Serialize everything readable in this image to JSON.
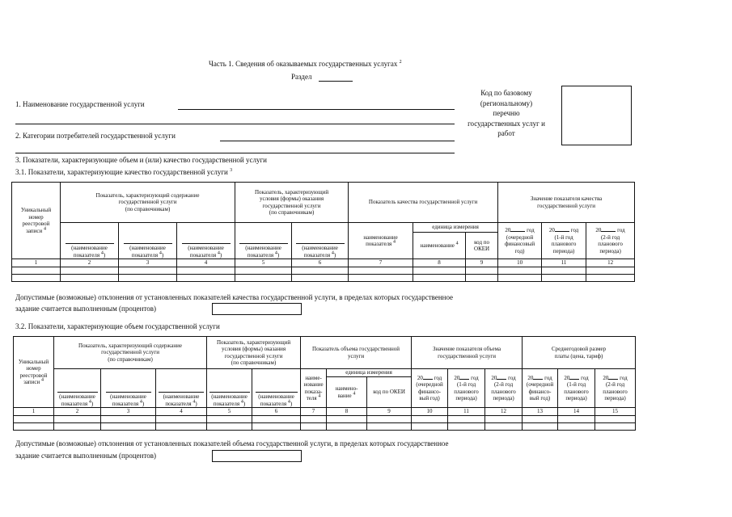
{
  "header": {
    "part_title": "Часть 1. Сведения об оказываемых государственных услугах",
    "part_sup": "2",
    "section_label": "Раздел"
  },
  "fields": {
    "service_name_label": "1. Наименование государственной услуги",
    "consumers_label": "2. Категории потребителей государственной услуги",
    "code_label_lines": [
      "Код по базовому",
      "(региональному)",
      "перечню",
      "государственных услуг и",
      "работ"
    ]
  },
  "section3": {
    "title": "3. Показатели, характеризующие объем и (или) качество государственной услуги",
    "sub1_title": "3.1. Показатели, характеризующие качество государственной услуги",
    "sub1_sup": "3",
    "sub2_title": "3.2. Показатели, характеризующие объем государственной услуги"
  },
  "table1": {
    "unique_lines": [
      "Уникальный",
      "номер",
      "реестровой",
      "записи"
    ],
    "unique_sup": "4",
    "content_head": [
      "Показатель, характеризующий содержание",
      "государственной услуги",
      "(по справочникам)"
    ],
    "cond_head": [
      "Показатель, характеризующий",
      "условия (формы) оказания",
      "государственной услуги",
      "(по справочникам)"
    ],
    "quality_head": "Показатель качества государственной услуги",
    "value_head": [
      "Значение показателя качества",
      "государственной услуги"
    ],
    "name_line1": "(наименование",
    "name_line2": "показателя",
    "name_sup": "4",
    "ind_name_lines": [
      "наименование",
      "показателя"
    ],
    "ind_name_sup": "4",
    "unit_head": "единица измерения",
    "unit_name": "наименование",
    "unit_name_sup": "4",
    "okei_lines": [
      "код по",
      "ОКЕИ"
    ],
    "year_prefix": "20",
    "year_suffix": "год",
    "y1": [
      "(очередной",
      "финансовый",
      "год)"
    ],
    "y2": [
      "(1-й год",
      "планового",
      "периода)"
    ],
    "y3": [
      "(2-й год",
      "планового",
      "периода)"
    ],
    "nums": [
      "1",
      "2",
      "3",
      "4",
      "5",
      "6",
      "7",
      "8",
      "9",
      "10",
      "11",
      "12"
    ]
  },
  "deviation1": {
    "line1": "Допустимые (возможные) отклонения от установленных показателей качества государственной услуги, в пределах которых государственное",
    "line2": "задание считается выполненным (процентов)"
  },
  "table2": {
    "unique_lines": [
      "Уникальный",
      "номер",
      "реестровой",
      "записи"
    ],
    "unique_sup": "4",
    "content_head": [
      "Показатель, характеризующий содержание",
      "государственной услуги",
      "(по справочникам)"
    ],
    "cond_head": [
      "Показатель, характеризующий",
      "условия (формы) оказания",
      "государственной услуги",
      "(по справочникам)"
    ],
    "volume_head": [
      "Показатель объема государственной",
      "услуги"
    ],
    "value_head": [
      "Значение показателя объема",
      "государственной услуги"
    ],
    "fee_head": [
      "Среднегодовой размер",
      "платы (цена, тариф)"
    ],
    "name_line1": "(наименование",
    "name_line2": "показателя",
    "name_sup": "4",
    "ind_name_lines": [
      "наиме-",
      "нование",
      "показа-",
      "теля"
    ],
    "ind_name_sup": "4",
    "unit_head": "единица измерения",
    "unit_name_lines": [
      "наимено-",
      "вание"
    ],
    "unit_name_sup": "4",
    "okei": "код по ОКЕИ",
    "year_prefix": "20",
    "year_suffix": "год",
    "y1": [
      "(очередной",
      "финансо-",
      "вый год)"
    ],
    "y2": [
      "(1-й год",
      "планового",
      "периода)"
    ],
    "y3": [
      "(2-й год",
      "планового",
      "периода)"
    ],
    "f1": [
      "(очередной",
      "финансо-",
      "вый год)"
    ],
    "f2": [
      "(1-й год",
      "планового",
      "периода)"
    ],
    "f3": [
      "(2-й год",
      "планового",
      "периода)"
    ],
    "nums": [
      "1",
      "2",
      "3",
      "4",
      "5",
      "6",
      "7",
      "8",
      "9",
      "10",
      "11",
      "12",
      "13",
      "14",
      "15"
    ]
  },
  "deviation2": {
    "line1": "Допустимые (возможные) отклонения от установленных показателей объема государственной услуги, в пределах которых государственное",
    "line2": "задание считается выполненным (процентов)"
  }
}
